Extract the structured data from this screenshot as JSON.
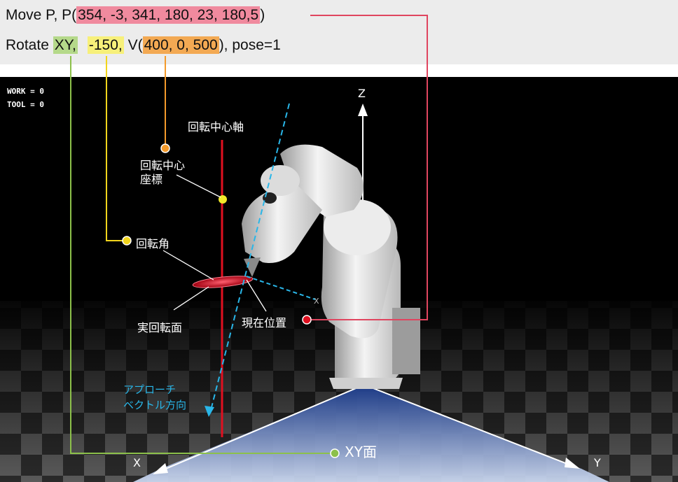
{
  "command": {
    "line1": {
      "prefix": "Move P, P(",
      "position": "354, -3, 341, 180, 23, 180,5",
      "suffix": ")"
    },
    "line2": {
      "prefix": "Rotate ",
      "plane": "XY,",
      "angle": "-150,",
      "vector_prefix": " V(",
      "center": "400, 0, 500",
      "suffix": "), pose=1"
    }
  },
  "hud": {
    "work": "WORK = 0",
    "tool": "TOOL = 0"
  },
  "axes": {
    "z": "Z",
    "x": "X",
    "y": "Y"
  },
  "labels": {
    "rotation_axis": "回転中心軸",
    "rotation_center_line1": "回転中心",
    "rotation_center_line2": "座標",
    "rotation_angle": "回転角",
    "actual_plane": "実回転面",
    "current_position": "現在位置",
    "approach_line1": "アプローチ",
    "approach_line2": "ベクトル方向",
    "xy_plane": "XY面"
  },
  "colors": {
    "position_highlight": "#f08a9e",
    "plane_highlight": "#b5d98a",
    "angle_highlight": "#f7f07a",
    "center_highlight": "#f3a953",
    "rotation_axis": "#e01020",
    "approach_vector": "#29b6e8"
  }
}
